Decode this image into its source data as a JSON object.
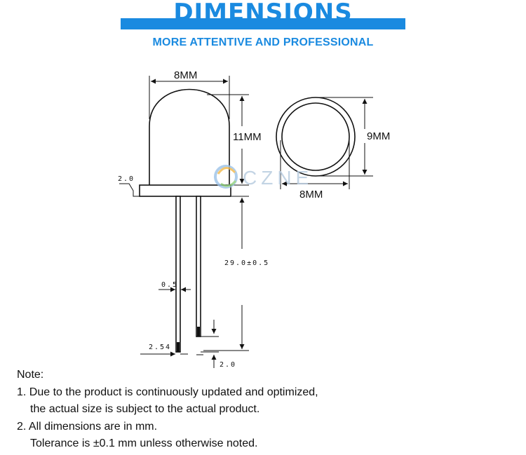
{
  "header": {
    "title": "DIMENSIONS",
    "subtitle": "MORE ATTENTIVE AND PROFESSIONAL",
    "accent_color": "#1a8ae0"
  },
  "diagram": {
    "side_view": {
      "width_label": "8MM",
      "height_label": "11MM",
      "flange_label": "2.0",
      "lead_length_label": "29.0±0.5",
      "lead_width_label": "0.5",
      "lead_spacing_label": "2.54",
      "lead_offset_label": "2.0"
    },
    "top_view": {
      "diameter_label": "9MM",
      "width_label": "8MM"
    },
    "watermark": "CZNE",
    "watermark_icon": "swirl-logo-icon"
  },
  "notes": {
    "heading": "Note:",
    "line1": "1. Due to the product is continuously updated and optimized,",
    "line1b": "the actual size is subject to the actual product.",
    "line2": "2. All dimensions are in mm.",
    "line2b": "Tolerance is ±0.1 mm unless otherwise noted."
  }
}
